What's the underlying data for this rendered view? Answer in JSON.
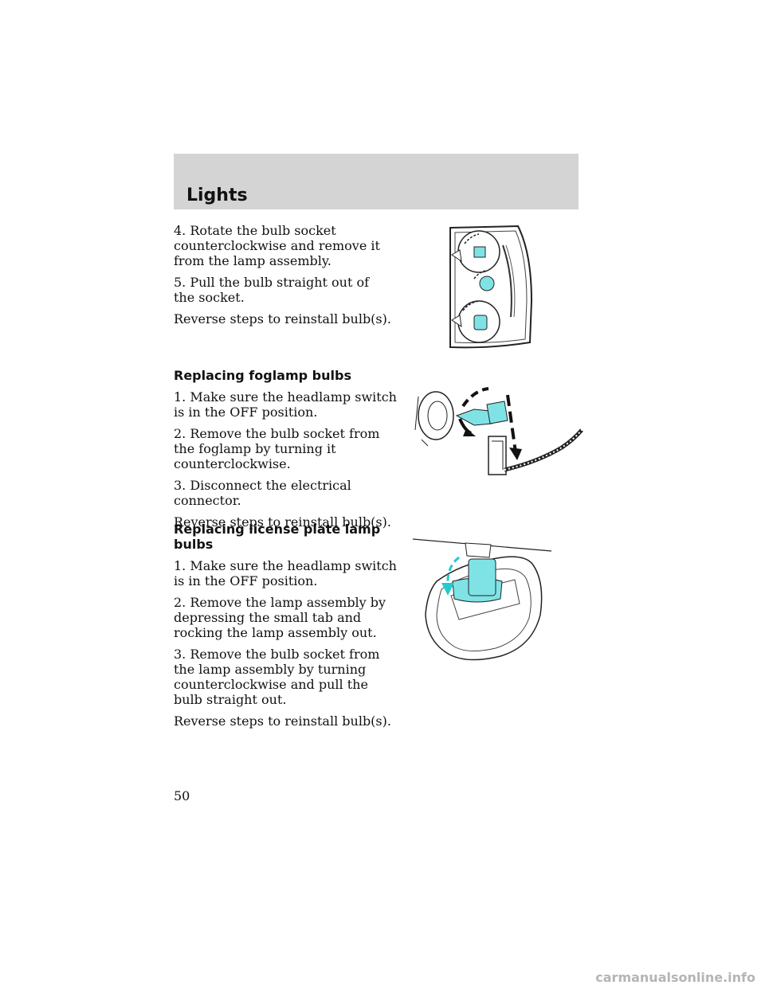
{
  "header": {
    "title": "Lights"
  },
  "section_1": {
    "steps": [
      "4. Rotate the bulb socket counterclockwise and remove it from the lamp assembly.",
      "5. Pull the bulb straight out of the socket.",
      "Reverse steps to reinstall bulb(s)."
    ]
  },
  "section_2": {
    "heading": "Replacing foglamp bulbs",
    "steps": [
      "1. Make sure the headlamp switch is in the OFF position.",
      "2. Remove the bulb socket from the foglamp by turning it counterclockwise.",
      "3. Disconnect the electrical connector.",
      "Reverse steps to reinstall bulb(s)."
    ]
  },
  "section_3": {
    "heading": "Replacing license plate lamp bulbs",
    "steps": [
      "1. Make sure the headlamp switch is in the OFF position.",
      "2. Remove the lamp assembly by depressing the small tab and rocking the lamp assembly out.",
      "3. Remove the bulb socket from the lamp assembly by turning counterclockwise and pull the bulb straight out.",
      "Reverse steps to reinstall bulb(s)."
    ]
  },
  "page_number": "50",
  "footer": {
    "watermark": "carmanualsonline.info"
  },
  "colors": {
    "header_band": "#d4d4d4",
    "bulb": "#7fe3e6",
    "outline": "#222222"
  }
}
